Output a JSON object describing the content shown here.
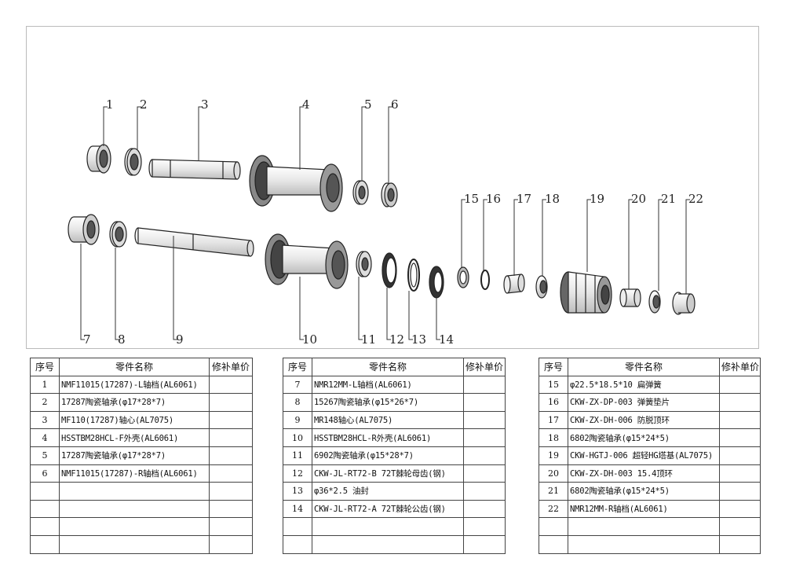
{
  "callouts": [
    "1",
    "2",
    "3",
    "4",
    "5",
    "6",
    "7",
    "8",
    "9",
    "10",
    "11",
    "12",
    "13",
    "14",
    "15",
    "16",
    "17",
    "18",
    "19",
    "20",
    "21",
    "22"
  ],
  "headers": {
    "no": "序号",
    "name": "零件名称",
    "price": "修补单价"
  },
  "tables": [
    {
      "rows": [
        {
          "no": "1",
          "name": "NMF11015(17287)-L轴档(AL6061)",
          "price": ""
        },
        {
          "no": "2",
          "name": "17287陶瓷轴承(φ17*28*7)",
          "price": ""
        },
        {
          "no": "3",
          "name": "MF110(17287)轴心(AL7075)",
          "price": ""
        },
        {
          "no": "4",
          "name": "HSSTBM28HCL-F外壳(AL6061)",
          "price": ""
        },
        {
          "no": "5",
          "name": "17287陶瓷轴承(φ17*28*7)",
          "price": ""
        },
        {
          "no": "6",
          "name": "NMF11015(17287)-R轴档(AL6061)",
          "price": ""
        },
        {
          "no": "",
          "name": "",
          "price": ""
        },
        {
          "no": "",
          "name": "",
          "price": ""
        },
        {
          "no": "",
          "name": "",
          "price": ""
        },
        {
          "no": "",
          "name": "",
          "price": ""
        }
      ]
    },
    {
      "rows": [
        {
          "no": "7",
          "name": "NMR12MM-L轴档(AL6061)",
          "price": ""
        },
        {
          "no": "8",
          "name": "15267陶瓷轴承(φ15*26*7)",
          "price": ""
        },
        {
          "no": "9",
          "name": "MR148轴心(AL7075)",
          "price": ""
        },
        {
          "no": "10",
          "name": "HSSTBM28HCL-R外壳(AL6061)",
          "price": ""
        },
        {
          "no": "11",
          "name": "6902陶瓷轴承(φ15*28*7)",
          "price": ""
        },
        {
          "no": "12",
          "name": "CKW-JL-RT72-B 72T棘轮母齿(钢)",
          "price": ""
        },
        {
          "no": "13",
          "name": "φ36*2.5 油封",
          "price": ""
        },
        {
          "no": "14",
          "name": "CKW-JL-RT72-A 72T棘轮公齿(钢)",
          "price": ""
        },
        {
          "no": "",
          "name": "",
          "price": ""
        },
        {
          "no": "",
          "name": "",
          "price": ""
        }
      ]
    },
    {
      "rows": [
        {
          "no": "15",
          "name": "φ22.5*18.5*10 扁弹簧",
          "price": ""
        },
        {
          "no": "16",
          "name": "CKW-ZX-DP-003 弹簧垫片",
          "price": ""
        },
        {
          "no": "17",
          "name": "CKW-ZX-DH-006 防脱顶环",
          "price": ""
        },
        {
          "no": "18",
          "name": "6802陶瓷轴承(φ15*24*5)",
          "price": ""
        },
        {
          "no": "19",
          "name": "CKW-HGTJ-006 超轻HG塔基(AL7075)",
          "price": ""
        },
        {
          "no": "20",
          "name": "CKW-ZX-DH-003 15.4顶环",
          "price": ""
        },
        {
          "no": "21",
          "name": "6802陶瓷轴承(φ15*24*5)",
          "price": ""
        },
        {
          "no": "22",
          "name": "NMR12MM-R轴档(AL6061)",
          "price": ""
        },
        {
          "no": "",
          "name": "",
          "price": ""
        },
        {
          "no": "",
          "name": "",
          "price": ""
        }
      ]
    }
  ]
}
